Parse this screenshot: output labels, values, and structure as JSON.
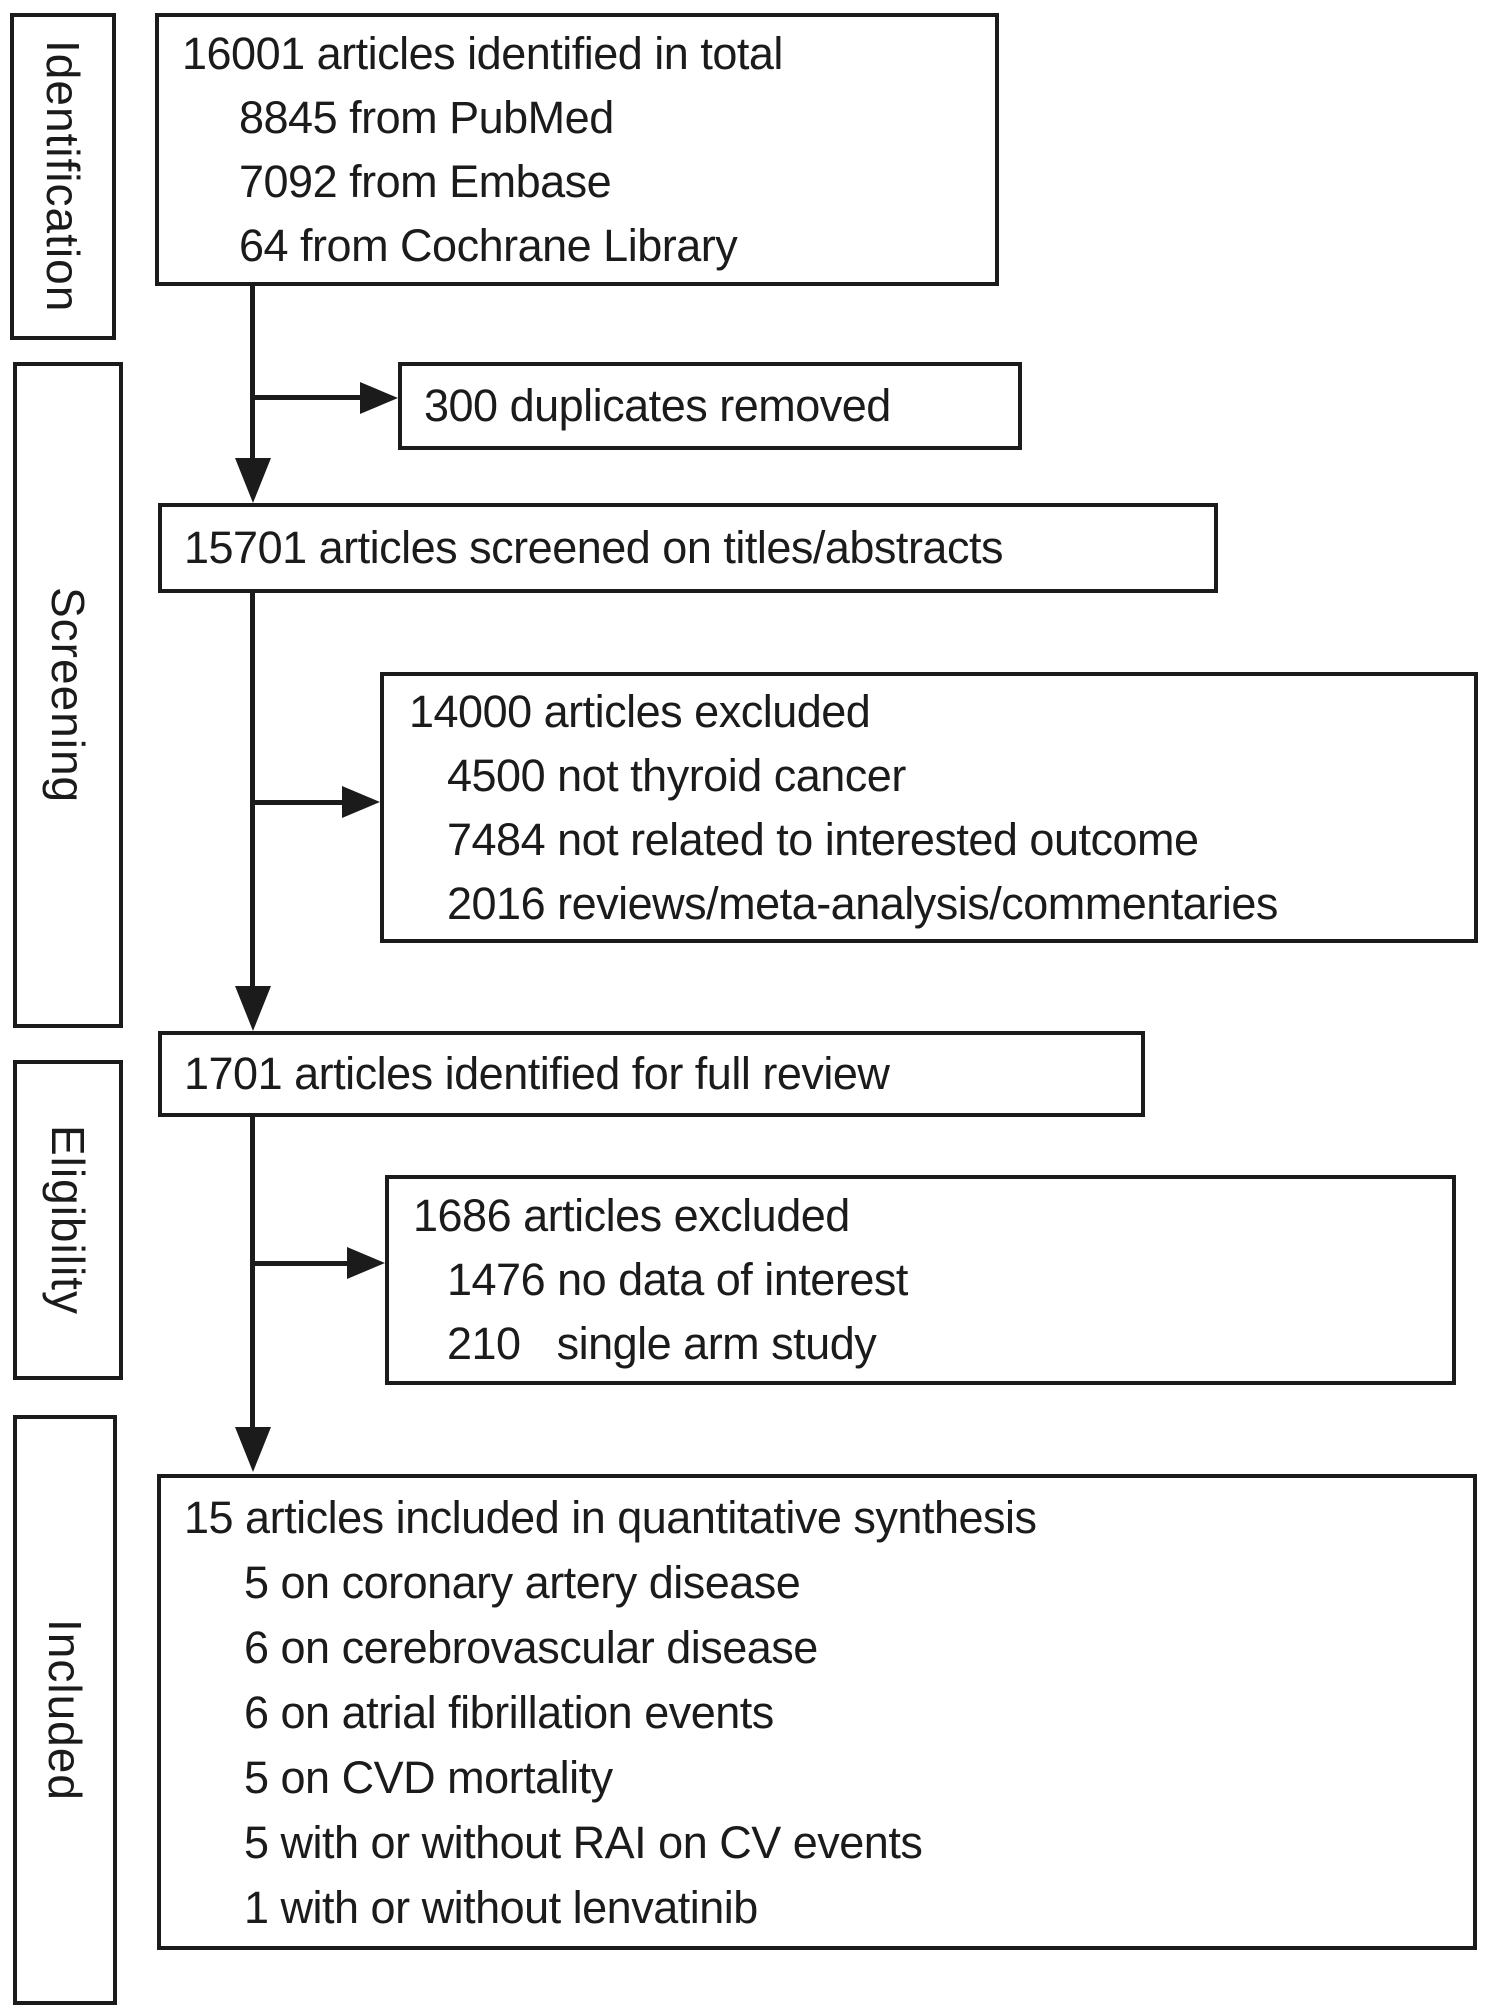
{
  "stages": [
    {
      "label": "Identification"
    },
    {
      "label": "Screening"
    },
    {
      "label": "Eligibility"
    },
    {
      "label": "Included"
    }
  ],
  "boxes": {
    "identified": {
      "lines": [
        "16001 articles identified in total",
        "8845 from PubMed",
        "7092 from Embase",
        "64 from Cochrane Library"
      ]
    },
    "duplicates_removed": {
      "lines": [
        "300 duplicates removed"
      ]
    },
    "screened": {
      "lines": [
        "15701 articles screened on titles/abstracts"
      ]
    },
    "screening_excluded": {
      "lines": [
        "14000 articles excluded",
        "4500 not thyroid cancer",
        "7484 not related to interested outcome",
        "2016 reviews/meta-analysis/commentaries"
      ]
    },
    "full_review": {
      "lines": [
        "1701 articles identified for full review"
      ]
    },
    "eligibility_excluded": {
      "lines": [
        "1686 articles excluded",
        "1476 no data of interest",
        "210   single arm study"
      ]
    },
    "included_synthesis": {
      "lines": [
        "15 articles included in quantitative synthesis",
        "5 on coronary artery disease",
        "6 on cerebrovascular disease",
        "6 on atrial fibrillation events",
        "5 on CVD mortality",
        "5 with or without RAI on CV events",
        "1 with or without lenvatinib"
      ]
    }
  },
  "colors": {
    "ink": "#1b1b1b",
    "background": "#ffffff"
  }
}
